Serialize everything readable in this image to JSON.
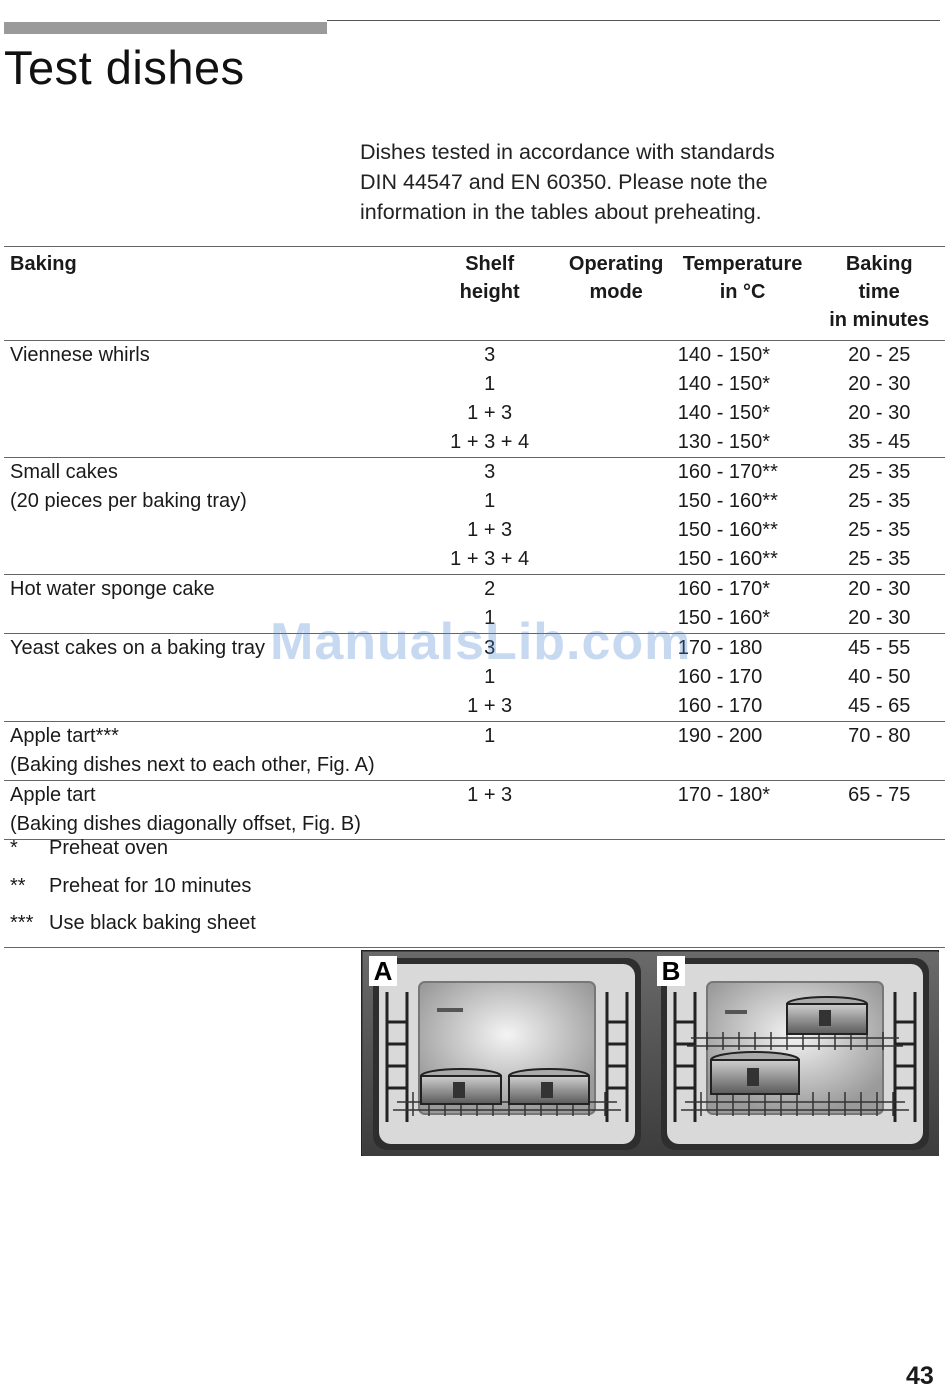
{
  "page": {
    "title": "Test dishes",
    "intro_lines": [
      "Dishes tested in accordance with standards",
      "DIN 44547 and EN 60350. Please note the",
      "information in the tables about preheating."
    ],
    "page_number": "43",
    "watermark": "ManualsLib.com"
  },
  "table": {
    "headers": {
      "dish": [
        "Baking"
      ],
      "shelf": [
        "Shelf",
        "height"
      ],
      "mode": [
        "Operating",
        "mode"
      ],
      "temp": [
        "Temperature",
        "in °C"
      ],
      "time": [
        "Baking",
        "time",
        "in minutes"
      ]
    },
    "groups": [
      {
        "dish": [
          "Viennese whirls"
        ],
        "rows": [
          {
            "shelf": "3",
            "temp": "140 - 150*",
            "time": "20 - 25"
          },
          {
            "shelf": "1",
            "temp": "140 - 150*",
            "time": "20 - 30"
          },
          {
            "shelf": "1 + 3",
            "temp": "140 - 150*",
            "time": "20 - 30"
          },
          {
            "shelf": "1 + 3 + 4",
            "temp": "130 - 150*",
            "time": "35 - 45"
          }
        ]
      },
      {
        "dish": [
          "Small cakes",
          "(20 pieces per baking tray)"
        ],
        "rows": [
          {
            "shelf": "3",
            "temp": "160 - 170**",
            "time": "25 - 35"
          },
          {
            "shelf": "1",
            "temp": "150 - 160**",
            "time": "25 - 35"
          },
          {
            "shelf": "1 + 3",
            "temp": "150 - 160**",
            "time": "25 - 35"
          },
          {
            "shelf": "1 + 3 + 4",
            "temp": "150 - 160**",
            "time": "25 - 35"
          }
        ]
      },
      {
        "dish": [
          "Hot water sponge cake"
        ],
        "rows": [
          {
            "shelf": "2",
            "temp": "160 - 170*",
            "time": "20 - 30"
          },
          {
            "shelf": "1",
            "temp": "150 - 160*",
            "time": "20 - 30"
          }
        ]
      },
      {
        "dish": [
          "Yeast cakes on a baking tray"
        ],
        "rows": [
          {
            "shelf": "3",
            "temp": "170 - 180",
            "time": "45 - 55"
          },
          {
            "shelf": "1",
            "temp": "160 - 170",
            "time": "40 - 50"
          },
          {
            "shelf": "1 + 3",
            "temp": "160 - 170",
            "time": "45 - 65"
          }
        ]
      },
      {
        "dish": [
          "Apple tart***",
          "(Baking dishes next to each other, Fig. A)"
        ],
        "rows": [
          {
            "shelf": "1",
            "temp": "190 - 200",
            "time": "70 - 80"
          }
        ]
      },
      {
        "dish": [
          "Apple tart",
          "(Baking dishes diagonally offset, Fig. B)"
        ],
        "rows": [
          {
            "shelf": "1 + 3",
            "temp": "170 - 180*",
            "time": "65 - 75"
          }
        ]
      }
    ]
  },
  "footnotes": [
    {
      "mark": "*",
      "text": "Preheat oven"
    },
    {
      "mark": "**",
      "text": "Preheat for 10 minutes"
    },
    {
      "mark": "***",
      "text": "Use black baking sheet"
    }
  ],
  "figure": {
    "label_a": "A",
    "label_b": "B"
  }
}
